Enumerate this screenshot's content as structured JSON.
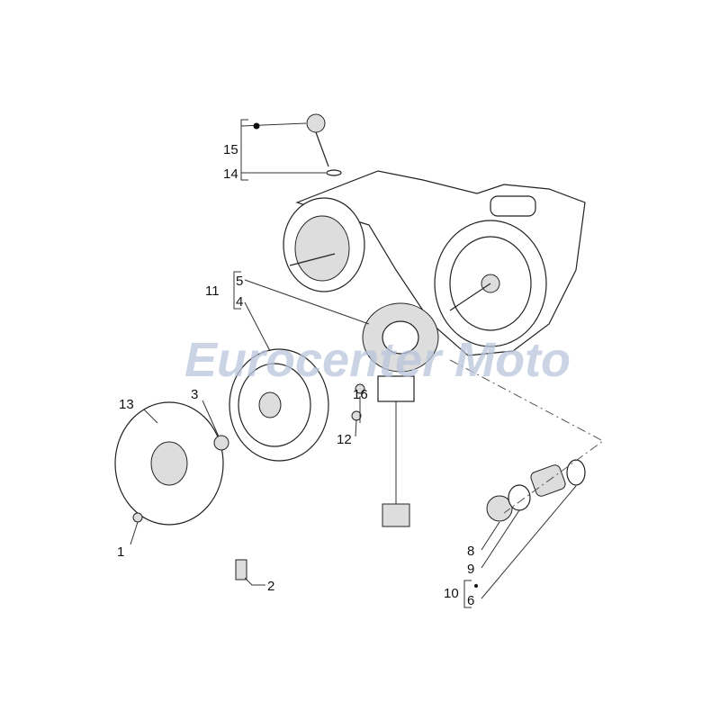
{
  "watermark": {
    "text": "Eurocenter Moto",
    "color": "#b9c6dc"
  },
  "labels": {
    "p1": "1",
    "p2": "2",
    "p3": "3",
    "p4": "4",
    "p5": "5",
    "p6": "6",
    "p8": "8",
    "p9": "9",
    "p10": "10",
    "p11": "11",
    "p12": "12",
    "p13": "13",
    "p14": "14",
    "p15": "15",
    "p16": "16"
  }
}
